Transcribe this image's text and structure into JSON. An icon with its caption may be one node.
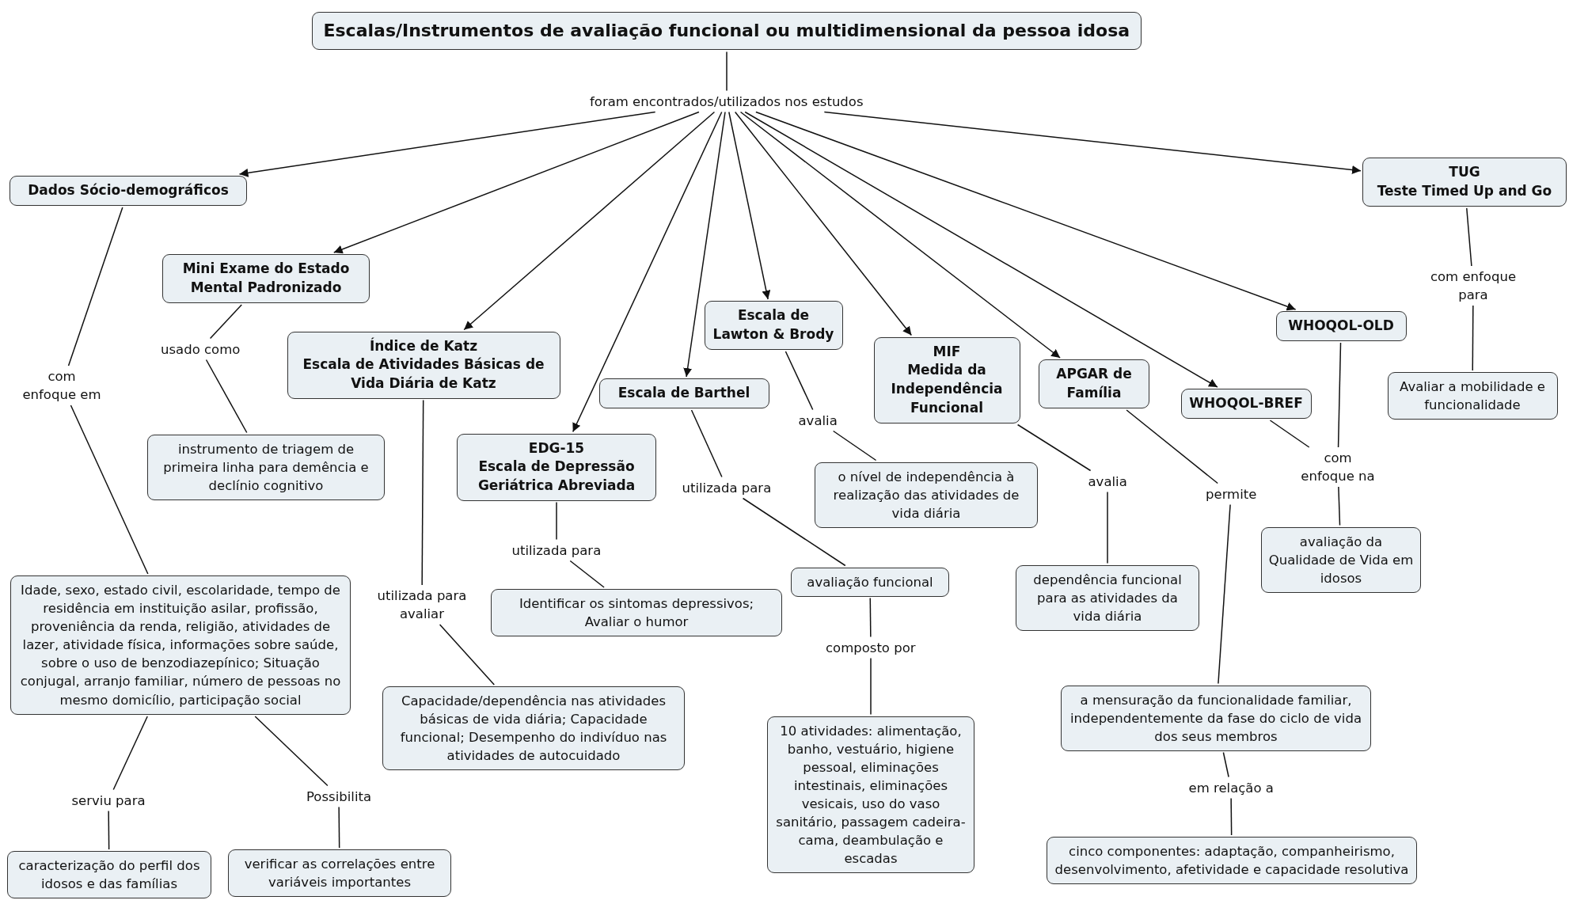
{
  "diagram": {
    "nodes": [
      {
        "text": [
          "Escalas/Instrumentos de avaliação funcional ou multidimensional da pessoa idosa"
        ]
      },
      {
        "text": [
          "foram encontrados/utilizados nos estudos"
        ]
      },
      {
        "text": [
          "Dados Sócio-demográficos"
        ]
      },
      {
        "text": [
          "Mini Exame do Estado Mental Padronizado"
        ]
      },
      {
        "text": [
          "Índice de Katz",
          "Escala de Atividades Básicas de Vida Diária de Katz"
        ]
      },
      {
        "text": [
          "EDG-15",
          "Escala de Depressão Geriátrica Abreviada"
        ]
      },
      {
        "text": [
          "Escala de Barthel"
        ]
      },
      {
        "text": [
          "Escala de Lawton & Brody"
        ]
      },
      {
        "text": [
          "MIF",
          "Medida da Independência Funcional"
        ]
      },
      {
        "text": [
          "APGAR de Família"
        ]
      },
      {
        "text": [
          "WHOQOL-BREF"
        ]
      },
      {
        "text": [
          "WHOQOL-OLD"
        ]
      },
      {
        "text": [
          "TUG",
          "Teste Timed Up and Go"
        ]
      },
      {
        "text": [
          "com enfoque em"
        ]
      },
      {
        "text": [
          "Idade, sexo, estado civil, escolaridade, tempo de residência em instituição asilar, profissão, proveniência da renda, religião, atividades de lazer, atividade física, informações sobre saúde, sobre o uso de benzodiazepínico; Situação conjugal, arranjo familiar, número de pessoas no mesmo domicílio, participação social"
        ]
      },
      {
        "text": [
          "serviu para"
        ]
      },
      {
        "text": [
          "caracterização do perfil dos idosos e das famílias"
        ]
      },
      {
        "text": [
          "Possibilita"
        ]
      },
      {
        "text": [
          "verificar as correlações entre variáveis importantes"
        ]
      },
      {
        "text": [
          "usado como"
        ]
      },
      {
        "text": [
          "instrumento de triagem de primeira linha para demência e declínio cognitivo"
        ]
      },
      {
        "text": [
          "utilizada para avaliar"
        ]
      },
      {
        "text": [
          "Capacidade/dependência nas atividades básicas de vida diária; Capacidade funcional; Desempenho do indivíduo nas atividades de autocuidado"
        ]
      },
      {
        "text": [
          "utilizada para"
        ]
      },
      {
        "text": [
          "Identificar os sintomas depressivos; Avaliar o humor"
        ]
      },
      {
        "text": [
          "utilizada para"
        ]
      },
      {
        "text": [
          "avaliação funcional"
        ]
      },
      {
        "text": [
          "composto por"
        ]
      },
      {
        "text": [
          "10 atividades: alimentação, banho, vestuário, higiene pessoal, eliminações intestinais, eliminações vesicais, uso do vaso sanitário, passagem cadeira-cama, deambulação e escadas"
        ]
      },
      {
        "text": [
          "avalia"
        ]
      },
      {
        "text": [
          "o nível de independência à realização das atividades de vida diária"
        ]
      },
      {
        "text": [
          "avalia"
        ]
      },
      {
        "text": [
          "dependência funcional para as atividades da vida diária"
        ]
      },
      {
        "text": [
          "permite"
        ]
      },
      {
        "text": [
          "a mensuração da funcionalidade familiar, independentemente da fase do ciclo de vida dos seus membros"
        ]
      },
      {
        "text": [
          "em relação a"
        ]
      },
      {
        "text": [
          "cinco componentes: adaptação, companheirismo, desenvolvimento, afetividade e capacidade resolutiva"
        ]
      },
      {
        "text": [
          "com enfoque na"
        ]
      },
      {
        "text": [
          "avaliação da Qualidade de Vida em idosos"
        ]
      },
      {
        "text": [
          "com enfoque para"
        ]
      },
      {
        "text": [
          "Avaliar a mobilidade e funcionalidade"
        ]
      }
    ],
    "edges": [
      {
        "from": 0,
        "to": 1,
        "arrow": "none"
      },
      {
        "from": 1,
        "to": 2,
        "arrow": "to"
      },
      {
        "from": 1,
        "to": 3,
        "arrow": "to"
      },
      {
        "from": 1,
        "to": 4,
        "arrow": "to"
      },
      {
        "from": 1,
        "to": 5,
        "arrow": "to"
      },
      {
        "from": 1,
        "to": 6,
        "arrow": "to"
      },
      {
        "from": 1,
        "to": 7,
        "arrow": "to"
      },
      {
        "from": 1,
        "to": 8,
        "arrow": "to"
      },
      {
        "from": 1,
        "to": 9,
        "arrow": "to"
      },
      {
        "from": 1,
        "to": 10,
        "arrow": "to"
      },
      {
        "from": 1,
        "to": 11,
        "arrow": "to"
      },
      {
        "from": 1,
        "to": 12,
        "arrow": "to"
      },
      {
        "from": 2,
        "to": 13,
        "arrow": "none"
      },
      {
        "from": 13,
        "to": 14,
        "arrow": "none"
      },
      {
        "from": 14,
        "to": 15,
        "arrow": "none"
      },
      {
        "from": 15,
        "to": 16,
        "arrow": "none"
      },
      {
        "from": 14,
        "to": 17,
        "arrow": "none"
      },
      {
        "from": 17,
        "to": 18,
        "arrow": "none"
      },
      {
        "from": 3,
        "to": 19,
        "arrow": "none"
      },
      {
        "from": 19,
        "to": 20,
        "arrow": "none"
      },
      {
        "from": 4,
        "to": 21,
        "arrow": "none"
      },
      {
        "from": 21,
        "to": 22,
        "arrow": "none"
      },
      {
        "from": 5,
        "to": 23,
        "arrow": "none"
      },
      {
        "from": 23,
        "to": 24,
        "arrow": "none"
      },
      {
        "from": 6,
        "to": 25,
        "arrow": "none"
      },
      {
        "from": 25,
        "to": 26,
        "arrow": "none"
      },
      {
        "from": 26,
        "to": 27,
        "arrow": "none"
      },
      {
        "from": 27,
        "to": 28,
        "arrow": "none"
      },
      {
        "from": 7,
        "to": 29,
        "arrow": "none"
      },
      {
        "from": 29,
        "to": 30,
        "arrow": "none"
      },
      {
        "from": 8,
        "to": 31,
        "arrow": "none"
      },
      {
        "from": 31,
        "to": 32,
        "arrow": "none"
      },
      {
        "from": 9,
        "to": 33,
        "arrow": "none"
      },
      {
        "from": 33,
        "to": 34,
        "arrow": "none"
      },
      {
        "from": 34,
        "to": 35,
        "arrow": "none"
      },
      {
        "from": 35,
        "to": 36,
        "arrow": "none"
      },
      {
        "from": 10,
        "to": 37,
        "arrow": "none"
      },
      {
        "from": 11,
        "to": 37,
        "arrow": "none"
      },
      {
        "from": 37,
        "to": 38,
        "arrow": "none"
      },
      {
        "from": 12,
        "to": 39,
        "arrow": "none"
      },
      {
        "from": 39,
        "to": 40,
        "arrow": "none"
      }
    ]
  }
}
